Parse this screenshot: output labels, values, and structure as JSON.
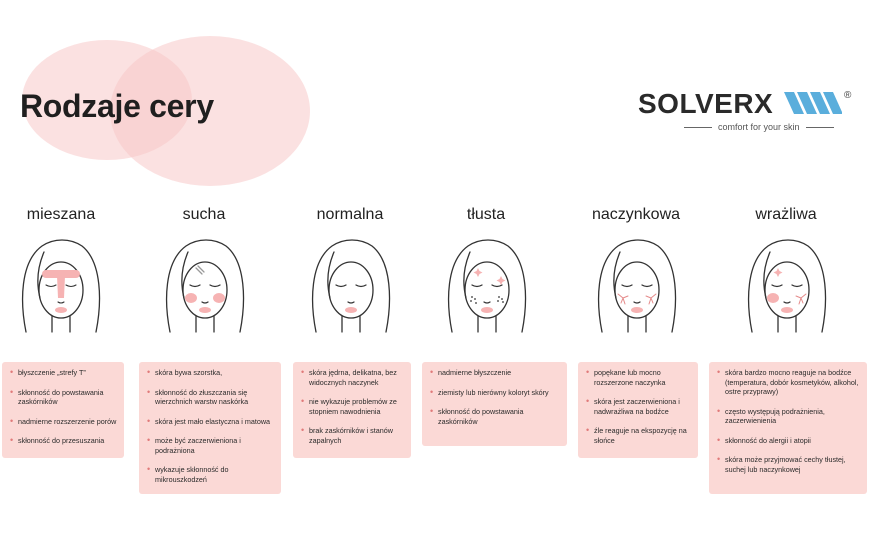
{
  "page": {
    "title": "Rodzaje cery"
  },
  "brand": {
    "name": "SOLVERX",
    "registered": "®",
    "tagline": "comfort for your skin",
    "mark_color": "#5aaedc"
  },
  "colors": {
    "card_bg": "#fbd9d6",
    "accent_pink": "#f6b3b3",
    "blob": "#f7c9c9"
  },
  "skin_types": [
    {
      "name": "mieszana",
      "icon": "face-combination-icon",
      "points": [
        "błyszczenie „strefy T”",
        "skłonność do powstawania zaskórników",
        "nadmierne rozszerzenie porów",
        "skłonność do przesuszania"
      ]
    },
    {
      "name": "sucha",
      "icon": "face-dry-icon",
      "points": [
        "skóra bywa szorstka,",
        "skłonność do złuszczania się wierzchnich warstw naskórka",
        "skóra jest mało elastyczna i matowa",
        "może być zaczerwieniona i podrażniona",
        "wykazuje skłonność do mikrouszkodzeń"
      ]
    },
    {
      "name": "normalna",
      "icon": "face-normal-icon",
      "points": [
        "skóra jędrna, delikatna, bez widocznych naczynek",
        "nie wykazuje problemów ze stopniem nawodnienia",
        "brak zaskórników i stanów zapalnych"
      ]
    },
    {
      "name": "tłusta",
      "icon": "face-oily-icon",
      "points": [
        "nadmierne błyszczenie",
        "ziemisty lub nierówny koloryt skóry",
        "skłonność do powstawania zaskórników"
      ]
    },
    {
      "name": "naczynkowa",
      "icon": "face-couperose-icon",
      "points": [
        "popękane lub mocno rozszerzone naczynka",
        "skóra jest zaczerwieniona i nadwrażliwa na bodźce",
        "źle reaguje na ekspozycję na słońce"
      ]
    },
    {
      "name": "wrażliwa",
      "icon": "face-sensitive-icon",
      "points": [
        "skóra bardzo mocno reaguje na bodźce (temperatura, dobór kosmetyków, alkohol, ostre przyprawy)",
        "często występują podrażnienia, zaczerwienienia",
        "skłonność do alergii i atopii",
        "skóra może przyjmować cechy tłustej, suchej lub naczynkowej"
      ]
    }
  ]
}
